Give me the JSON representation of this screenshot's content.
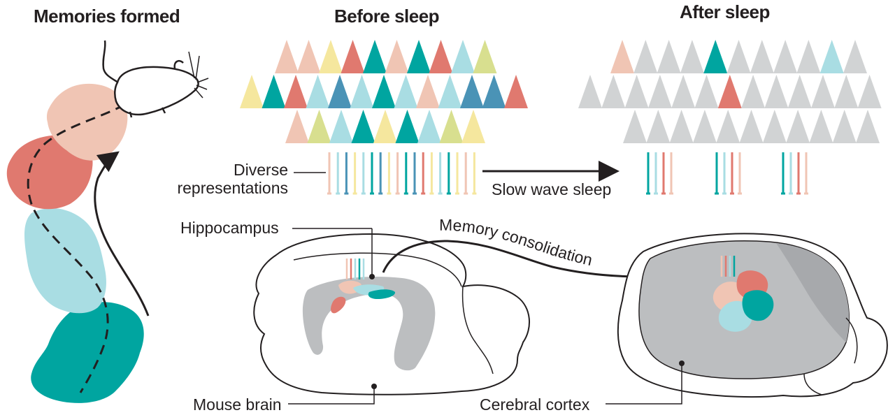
{
  "headings": {
    "memories_formed": "Memories formed",
    "before_sleep": "Before sleep",
    "after_sleep": "After sleep"
  },
  "labels": {
    "diverse_line1": "Diverse",
    "diverse_line2": "representations",
    "slow_wave_sleep": "Slow wave sleep",
    "hippocampus": "Hippocampus",
    "memory_consolidation": "Memory consolidation",
    "mouse_brain": "Mouse brain",
    "cerebral_cortex": "Cerebral cortex"
  },
  "colors": {
    "pink": "#f0c5b4",
    "salmon": "#e0796f",
    "light_blue": "#a9dde3",
    "teal": "#00a5a0",
    "yellow": "#f5e79e",
    "olive": "#d8df8f",
    "steel_blue": "#4a93b6",
    "gray": "#d1d3d4",
    "brain_gray": "#bcbec0",
    "outline": "#231f20"
  },
  "before_sleep": {
    "rows": [
      [
        "pink",
        "pink",
        "yellow",
        "salmon",
        "teal",
        "pink",
        "teal",
        "salmon",
        "light_blue",
        "olive"
      ],
      [
        "yellow",
        "teal",
        "salmon",
        "light_blue",
        "steel_blue",
        "light_blue",
        "teal",
        "light_blue",
        "pink",
        "light_blue",
        "steel_blue",
        "steel_blue",
        "salmon"
      ],
      [
        "pink",
        "olive",
        "light_blue",
        "teal",
        "yellow",
        "teal",
        "light_blue",
        "olive",
        "yellow"
      ]
    ],
    "spikes": [
      "pink",
      "light_blue",
      "steel_blue",
      "yellow",
      "light_blue",
      "teal",
      "steel_blue",
      "yellow",
      "pink",
      "teal",
      "steel_blue",
      "salmon",
      "yellow",
      "light_blue",
      "teal",
      "yellow",
      "pink",
      "yellow"
    ]
  },
  "after_sleep": {
    "rows": [
      [
        "pink",
        "gray",
        "gray",
        "gray",
        "teal",
        "gray",
        "gray",
        "gray",
        "gray",
        "light_blue",
        "gray"
      ],
      [
        "gray",
        "gray",
        "gray",
        "gray",
        "gray",
        "gray",
        "salmon",
        "gray",
        "gray",
        "gray",
        "gray",
        "gray",
        "gray"
      ],
      [
        "gray",
        "gray",
        "gray",
        "gray",
        "gray",
        "gray",
        "gray",
        "gray",
        "gray",
        "gray",
        "gray"
      ]
    ],
    "spike_groups": [
      [
        "teal",
        "light_blue",
        "salmon",
        "pink"
      ],
      [
        "teal",
        "light_blue",
        "salmon",
        "pink"
      ],
      [
        "teal",
        "light_blue",
        "salmon",
        "pink"
      ]
    ]
  },
  "memory_blobs": [
    "pink",
    "salmon",
    "light_blue",
    "teal"
  ]
}
